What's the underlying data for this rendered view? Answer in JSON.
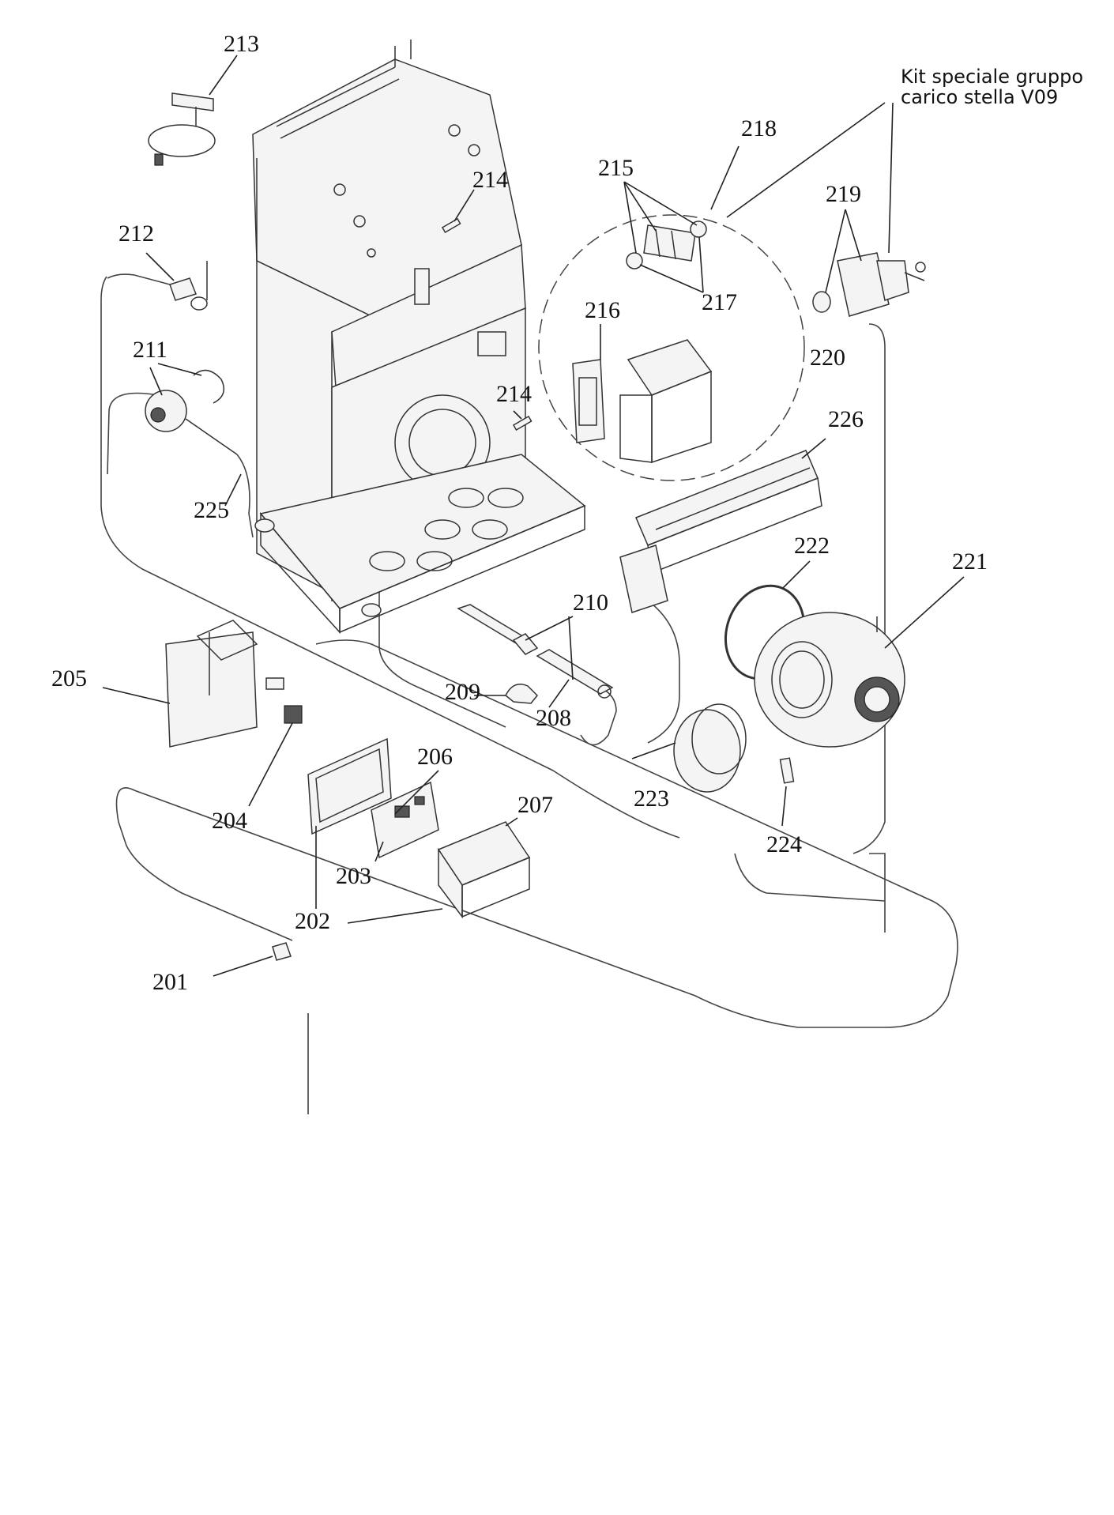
{
  "kit_note": {
    "line1": "Kit speciale gruppo",
    "line2": "carico stella V09"
  },
  "parts": [
    {
      "id": "label-201",
      "text": "201"
    },
    {
      "id": "label-202",
      "text": "202"
    },
    {
      "id": "label-203",
      "text": "203"
    },
    {
      "id": "label-204",
      "text": "204"
    },
    {
      "id": "label-205",
      "text": "205"
    },
    {
      "id": "label-206",
      "text": "206"
    },
    {
      "id": "label-207",
      "text": "207"
    },
    {
      "id": "label-208",
      "text": "208"
    },
    {
      "id": "label-209",
      "text": "209"
    },
    {
      "id": "label-210",
      "text": "210"
    },
    {
      "id": "label-211",
      "text": "211"
    },
    {
      "id": "label-212",
      "text": "212"
    },
    {
      "id": "label-213",
      "text": "213"
    },
    {
      "id": "label-214a",
      "text": "214"
    },
    {
      "id": "label-214b",
      "text": "214"
    },
    {
      "id": "label-215",
      "text": "215"
    },
    {
      "id": "label-216",
      "text": "216"
    },
    {
      "id": "label-217",
      "text": "217"
    },
    {
      "id": "label-218",
      "text": "218"
    },
    {
      "id": "label-219",
      "text": "219"
    },
    {
      "id": "label-220",
      "text": "220"
    },
    {
      "id": "label-221",
      "text": "221"
    },
    {
      "id": "label-222",
      "text": "222"
    },
    {
      "id": "label-223",
      "text": "223"
    },
    {
      "id": "label-224",
      "text": "224"
    },
    {
      "id": "label-225",
      "text": "225"
    },
    {
      "id": "label-226",
      "text": "226"
    }
  ]
}
